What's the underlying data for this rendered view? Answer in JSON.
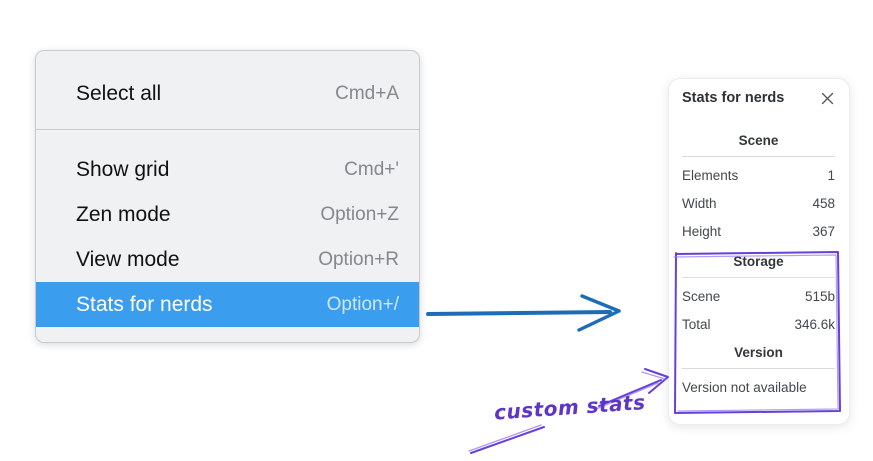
{
  "colors": {
    "menu_highlight_blue": "#3b9ded",
    "arrow_blue": "#1d6db6",
    "annotation_purple": "#6741d9",
    "menu_background": "#eff1f3",
    "panel_background": "#ffffff"
  },
  "context_menu": {
    "highlighted_item": "Stats for nerds",
    "items": [
      {
        "label": "Select all",
        "shortcut": "Cmd+A"
      },
      {
        "label": "Show grid",
        "shortcut": "Cmd+'"
      },
      {
        "label": "Zen mode",
        "shortcut": "Option+Z"
      },
      {
        "label": "View mode",
        "shortcut": "Option+R"
      },
      {
        "label": "Stats for nerds",
        "shortcut": "Option+/"
      }
    ]
  },
  "stats_panel": {
    "title": "Stats for nerds",
    "sections": {
      "scene": {
        "heading": "Scene",
        "rows": [
          {
            "label": "Elements",
            "value": "1"
          },
          {
            "label": "Width",
            "value": "458"
          },
          {
            "label": "Height",
            "value": "367"
          }
        ]
      },
      "storage": {
        "heading": "Storage",
        "rows": [
          {
            "label": "Scene",
            "value": "515b"
          },
          {
            "label": "Total",
            "value": "346.6k"
          }
        ]
      },
      "version": {
        "heading": "Version",
        "note": "Version not available"
      }
    }
  },
  "annotation": {
    "label": "custom stats"
  }
}
